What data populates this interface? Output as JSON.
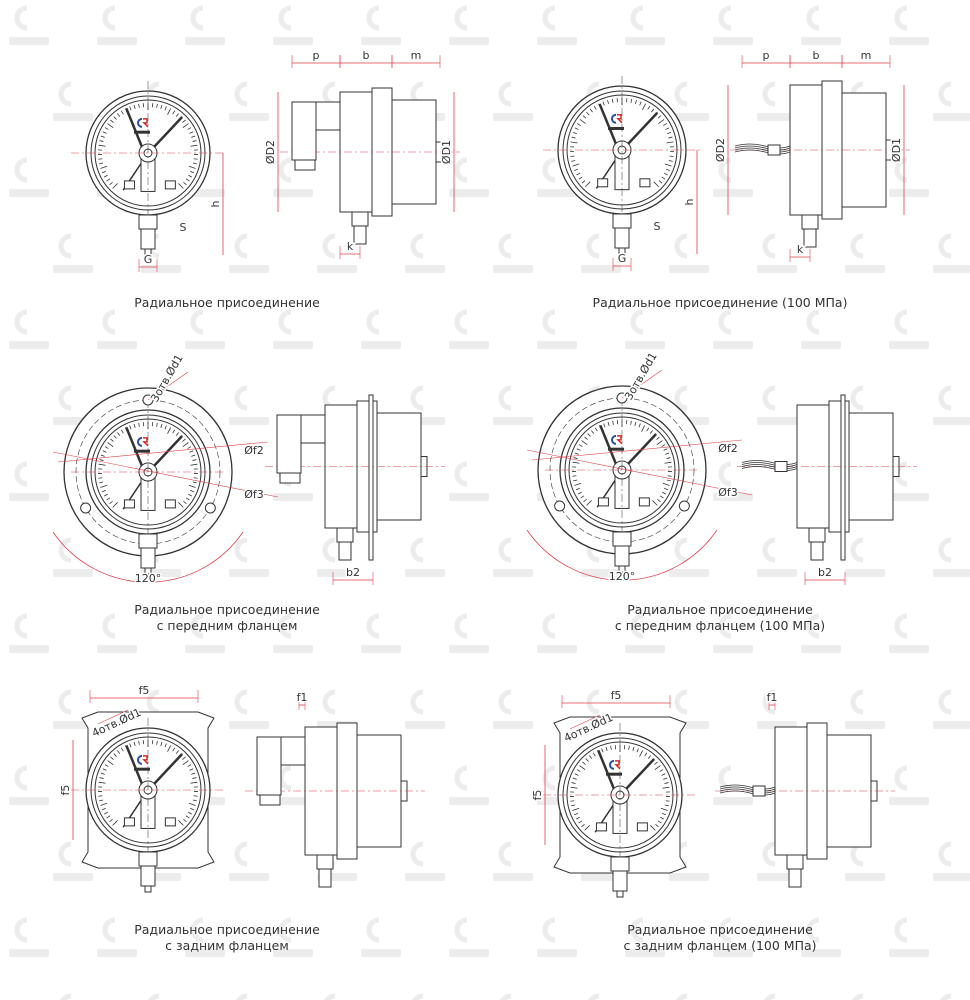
{
  "watermark": "РОСМА",
  "dial_logo": "РОСМА",
  "colors": {
    "line": "#333333",
    "dim": "#e0404a",
    "watermark": "#ececec",
    "brand_blue": "#2b4fa8",
    "brand_red": "#d62a2a"
  },
  "panels": [
    {
      "caption": [
        "Радиальное присоединение"
      ],
      "dims": {
        "p": "p",
        "b": "b",
        "m": "m",
        "d2": "ØD2",
        "d1": "ØD1",
        "h": "h",
        "s": "S",
        "g": "G",
        "k": "k"
      }
    },
    {
      "caption": [
        "Радиальное присоединение (100 МПа)"
      ],
      "dims": {
        "p": "p",
        "b": "b",
        "m": "m",
        "d2": "ØD2",
        "d1": "ØD1",
        "h": "h",
        "s": "S",
        "g": "G",
        "k": "k"
      }
    },
    {
      "caption": [
        "Радиальное присоединение",
        "с передним фланцем"
      ],
      "dims": {
        "holes": "3отв.Ød1",
        "f2": "Øf2",
        "f3": "Øf3",
        "angle": "120°",
        "b2": "b2"
      }
    },
    {
      "caption": [
        "Радиальное присоединение",
        "с передним фланцем (100 МПа)"
      ],
      "dims": {
        "holes": "3отв.Ød1",
        "f2": "Øf2",
        "f3": "Øf3",
        "angle": "120°",
        "b2": "b2"
      }
    },
    {
      "caption": [
        "Радиальное присоединение",
        "с задним фланцем"
      ],
      "dims": {
        "f5h": "f5",
        "holes": "4отв.Ød1",
        "f5v": "f5",
        "f1": "f1"
      }
    },
    {
      "caption": [
        "Радиальное присоединение",
        "с задним фланцем (100 МПа)"
      ],
      "dims": {
        "f5h": "f5",
        "holes": "4отв.Ød1",
        "f5v": "f5",
        "f1": "f1"
      }
    }
  ]
}
